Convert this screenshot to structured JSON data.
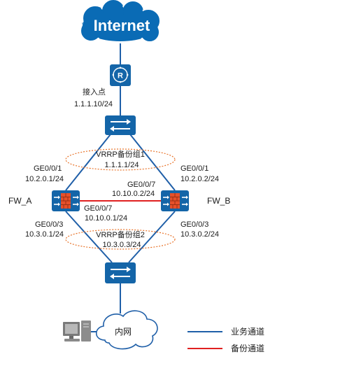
{
  "internet": {
    "label": "Internet"
  },
  "router": {
    "access_label": "接入点",
    "access_ip": "1.1.1.10/24"
  },
  "vrrp1": {
    "name": "VRRP备份组1",
    "ip": "1.1.1.1/24"
  },
  "vrrp2": {
    "name": "VRRP备份组2",
    "ip": "10.3.0.3/24"
  },
  "fw_a": {
    "name": "FW_A",
    "up_port": "GE0/0/1",
    "up_ip": "10.2.0.1/24",
    "hb_port": "GE0/0/7",
    "hb_ip": "10.10.0.1/24",
    "down_port": "GE0/0/3",
    "down_ip": "10.3.0.1/24"
  },
  "fw_b": {
    "name": "FW_B",
    "up_port": "GE0/0/1",
    "up_ip": "10.2.0.2/24",
    "hb_port": "GE0/0/7",
    "hb_ip": "10.10.0.2/24",
    "down_port": "GE0/0/3",
    "down_ip": "10.3.0.2/24"
  },
  "intranet": {
    "label": "内网"
  },
  "legend": {
    "service": "业务通道",
    "backup": "备份通道"
  },
  "colors": {
    "service_line": "#1f5fa8",
    "backup_line": "#e02020",
    "device_blue": "#1465a8",
    "cloud_blue": "#0a6bb5",
    "vrrp_ellipse": "#e8732a"
  }
}
